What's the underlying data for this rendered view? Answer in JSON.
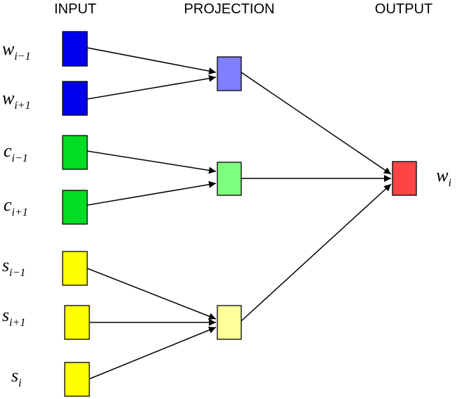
{
  "headers": {
    "input": "INPUT",
    "projection": "PROJECTION",
    "output": "OUTPUT"
  },
  "inputs": [
    {
      "base": "w",
      "sub": "i−1",
      "color": "#0000ee"
    },
    {
      "base": "w",
      "sub": "i+1",
      "color": "#0000ee"
    },
    {
      "base": "c",
      "sub": "i−1",
      "color": "#00dd22"
    },
    {
      "base": "c",
      "sub": "i+1",
      "color": "#00dd22"
    },
    {
      "base": "s",
      "sub": "i−1",
      "color": "#ffff00"
    },
    {
      "base": "s",
      "sub": "i+1",
      "color": "#ffff00"
    },
    {
      "base": "s",
      "sub": "i",
      "color": "#ffff00"
    }
  ],
  "projections": [
    {
      "color": "#7f7fff"
    },
    {
      "color": "#7fff7f"
    },
    {
      "color": "#ffff99"
    }
  ],
  "output": {
    "base": "w",
    "sub": "i",
    "color": "#ff4444"
  }
}
